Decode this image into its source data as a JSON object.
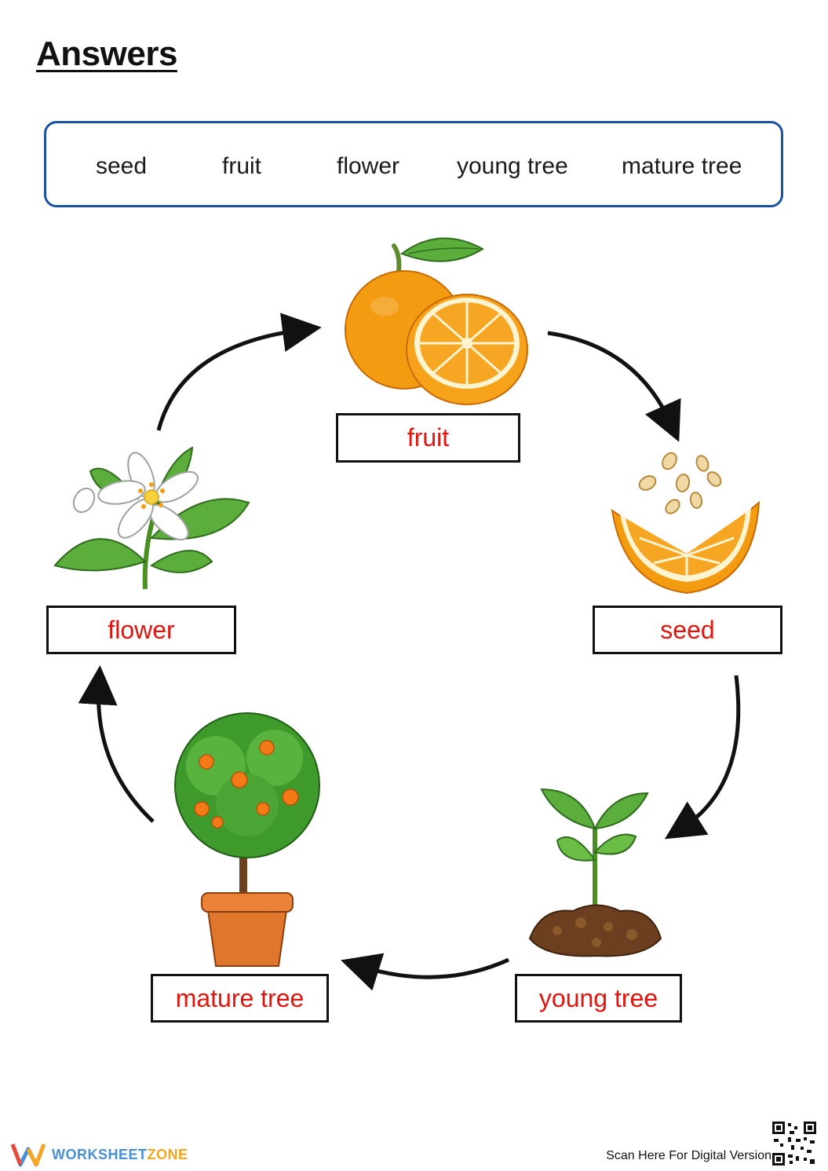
{
  "header": {
    "title": "Answers"
  },
  "word_bank": [
    "seed",
    "fruit",
    "flower",
    "young tree",
    "mature tree"
  ],
  "answers": {
    "fruit": "fruit",
    "seed": "seed",
    "young_tree": "young tree",
    "mature_tree": "mature tree",
    "flower": "flower"
  },
  "footer": {
    "brand_part1": "WORKSHEET",
    "brand_part2": "ZONE",
    "scan_text": "Scan Here For Digital Version"
  },
  "colors": {
    "word_bank_border": "#1c52a6",
    "answer_text": "#e3140e"
  }
}
